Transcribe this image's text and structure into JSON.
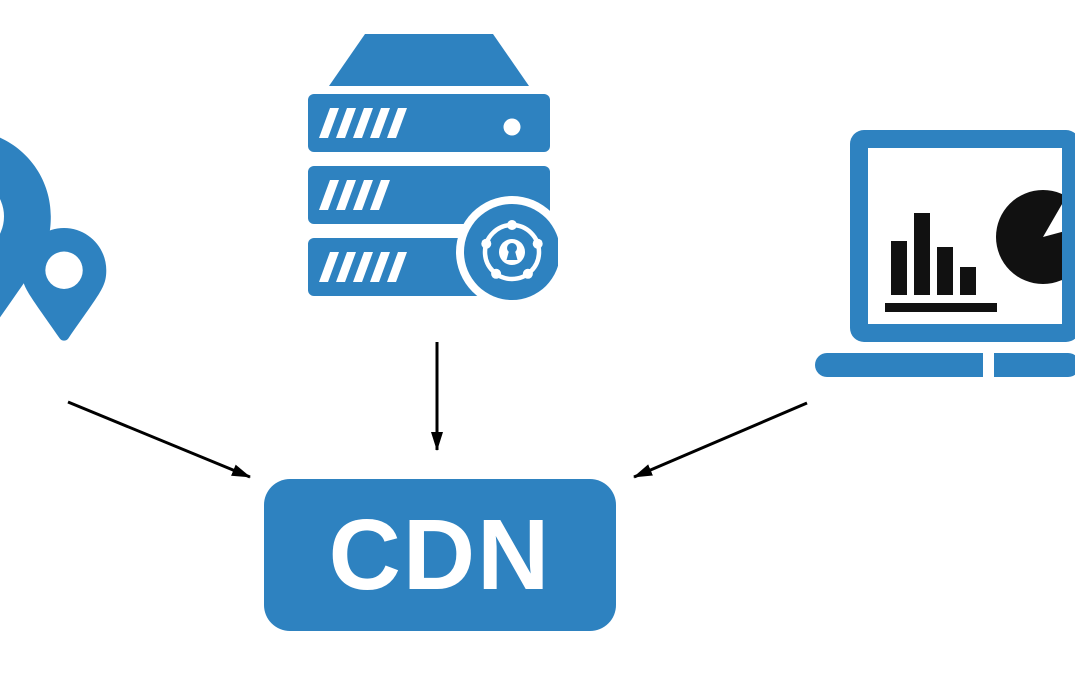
{
  "diagram": {
    "background": "#ffffff",
    "accent_color": "#2e82c0",
    "arrow_color": "#000000",
    "chart_ink": "#111111",
    "cdn": {
      "label": "CDN",
      "text_color": "#ffffff"
    },
    "nodes": [
      {
        "id": "locations",
        "icon": "location-pins-icon"
      },
      {
        "id": "secure-server",
        "icon": "secure-server-icon"
      },
      {
        "id": "analytics-laptop",
        "icon": "analytics-laptop-icon"
      },
      {
        "id": "cdn",
        "label": "CDN"
      }
    ],
    "edges": [
      {
        "from": "locations",
        "to": "cdn"
      },
      {
        "from": "secure-server",
        "to": "cdn"
      },
      {
        "from": "analytics-laptop",
        "to": "cdn"
      }
    ]
  }
}
